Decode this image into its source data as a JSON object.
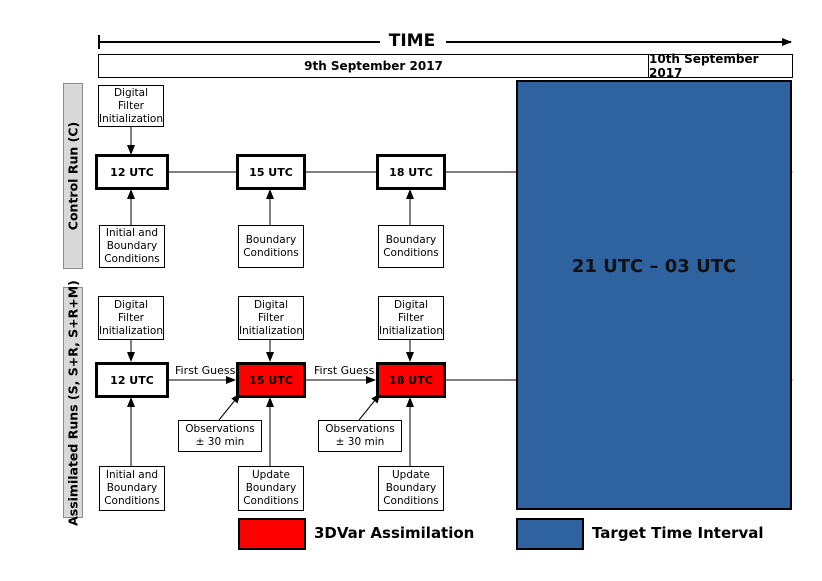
{
  "time_title": "TIME",
  "dates": {
    "day1": "9th September 2017",
    "day2": "10th September 2017"
  },
  "sections": {
    "control": "Control Run (C)",
    "assimilated": "Assimilated Runs (S, S+R, S+R+M)"
  },
  "target_label": "21 UTC – 03 UTC",
  "control": {
    "dfi": "Digital\nFilter\nInitialization",
    "t12": "12 UTC",
    "t15": "15 UTC",
    "t18": "18 UTC",
    "ibc": "Initial and\nBoundary\nConditions",
    "bc15": "Boundary\nConditions",
    "bc18": "Boundary\nConditions"
  },
  "assim": {
    "dfi12": "Digital\nFilter\nInitialization",
    "dfi15": "Digital\nFilter\nInitialization",
    "dfi18": "Digital\nFilter\nInitialization",
    "t12": "12 UTC",
    "t15": "15 UTC",
    "t18": "18 UTC",
    "first_guess_1": "First Guess",
    "first_guess_2": "First Guess",
    "obs15": "Observations\n± 30 min",
    "obs18": "Observations\n± 30 min",
    "ibc": "Initial and\nBoundary\nConditions",
    "ubc15": "Update\nBoundary\nConditions",
    "ubc18": "Update\nBoundary\nConditions"
  },
  "legend": {
    "assim": "3DVar Assimilation",
    "target": "Target Time Interval"
  },
  "colors": {
    "assimilation": "#ff0000",
    "target": "#2e63a0",
    "side_tab": "#d9d9d9"
  }
}
